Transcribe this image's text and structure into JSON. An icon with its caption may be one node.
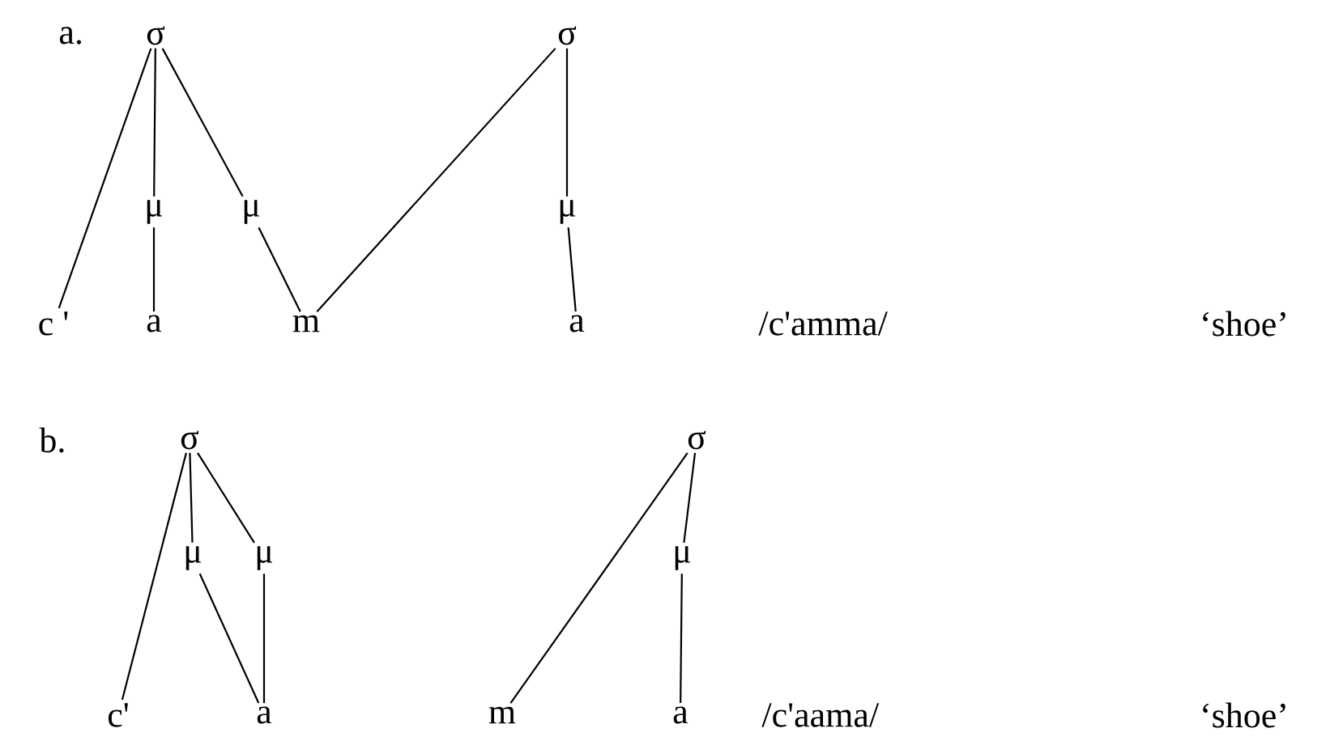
{
  "diagram": {
    "nodes": [
      {
        "text": [
          "σ"
        ]
      },
      {
        "text": [
          "σ"
        ]
      },
      {
        "text": [
          "μ"
        ]
      },
      {
        "text": [
          "μ"
        ]
      },
      {
        "text": [
          "μ"
        ]
      },
      {
        "text": [
          "c '"
        ]
      },
      {
        "text": [
          "a"
        ]
      },
      {
        "text": [
          "m"
        ]
      },
      {
        "text": [
          "a"
        ]
      },
      {
        "text": [
          "σ"
        ]
      },
      {
        "text": [
          "σ"
        ]
      },
      {
        "text": [
          "μ"
        ]
      },
      {
        "text": [
          "μ"
        ]
      },
      {
        "text": [
          "μ"
        ]
      },
      {
        "text": [
          "c'"
        ]
      },
      {
        "text": [
          "a"
        ]
      },
      {
        "text": [
          "m"
        ]
      },
      {
        "text": [
          "a"
        ]
      }
    ],
    "edges": [
      {
        "from": 0,
        "to": 5,
        "arrow": "none"
      },
      {
        "from": 0,
        "to": 2,
        "arrow": "none"
      },
      {
        "from": 2,
        "to": 6,
        "arrow": "none"
      },
      {
        "from": 0,
        "to": 3,
        "arrow": "none"
      },
      {
        "from": 3,
        "to": 7,
        "arrow": "none"
      },
      {
        "from": 1,
        "to": 7,
        "arrow": "none"
      },
      {
        "from": 1,
        "to": 4,
        "arrow": "none"
      },
      {
        "from": 4,
        "to": 8,
        "arrow": "none"
      },
      {
        "from": 9,
        "to": 14,
        "arrow": "none"
      },
      {
        "from": 9,
        "to": 11,
        "arrow": "none"
      },
      {
        "from": 9,
        "to": 12,
        "arrow": "none"
      },
      {
        "from": 11,
        "to": 15,
        "arrow": "none"
      },
      {
        "from": 12,
        "to": 15,
        "arrow": "none"
      },
      {
        "from": 10,
        "to": 16,
        "arrow": "none"
      },
      {
        "from": 10,
        "to": 13,
        "arrow": "none"
      },
      {
        "from": 13,
        "to": 17,
        "arrow": "none"
      }
    ],
    "labels": [
      "a.",
      "/c'amma/",
      "‘shoe’",
      "b.",
      "/c'aama/",
      "‘shoe’"
    ]
  }
}
